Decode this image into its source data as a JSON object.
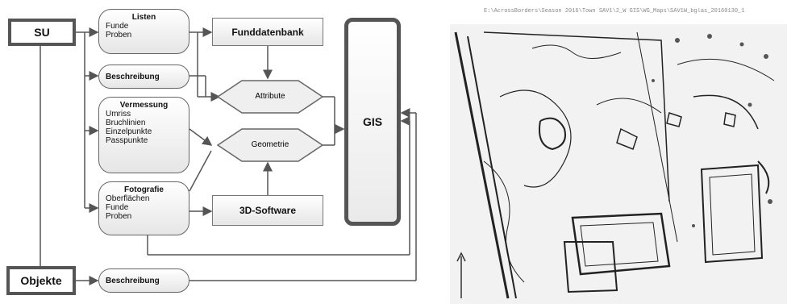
{
  "diagram": {
    "su": "SU",
    "objekte": "Objekte",
    "listen": {
      "title": "Listen",
      "items": [
        "Funde",
        "Proben"
      ]
    },
    "beschreibung_top": "Beschreibung",
    "vermessung": {
      "title": "Vermessung",
      "items": [
        "Umriss",
        "Bruchlinien",
        "Einzelpunkte",
        "Passpunkte"
      ]
    },
    "fotografie": {
      "title": "Fotografie",
      "items": [
        "Oberflächen",
        "Funde",
        "Proben"
      ]
    },
    "funddatenbank": "Funddatenbank",
    "attribute": "Attribute",
    "geometrie": "Geometrie",
    "software3d": "3D-Software",
    "gis": "GIS",
    "beschreibung_bottom": "Beschreibung"
  },
  "map": {
    "path": "E:\\AcrossBorders\\Season 2016\\Town SAV1\\2_W GIS\\WG_Maps\\SAV1W_bglas_20160130_1"
  }
}
